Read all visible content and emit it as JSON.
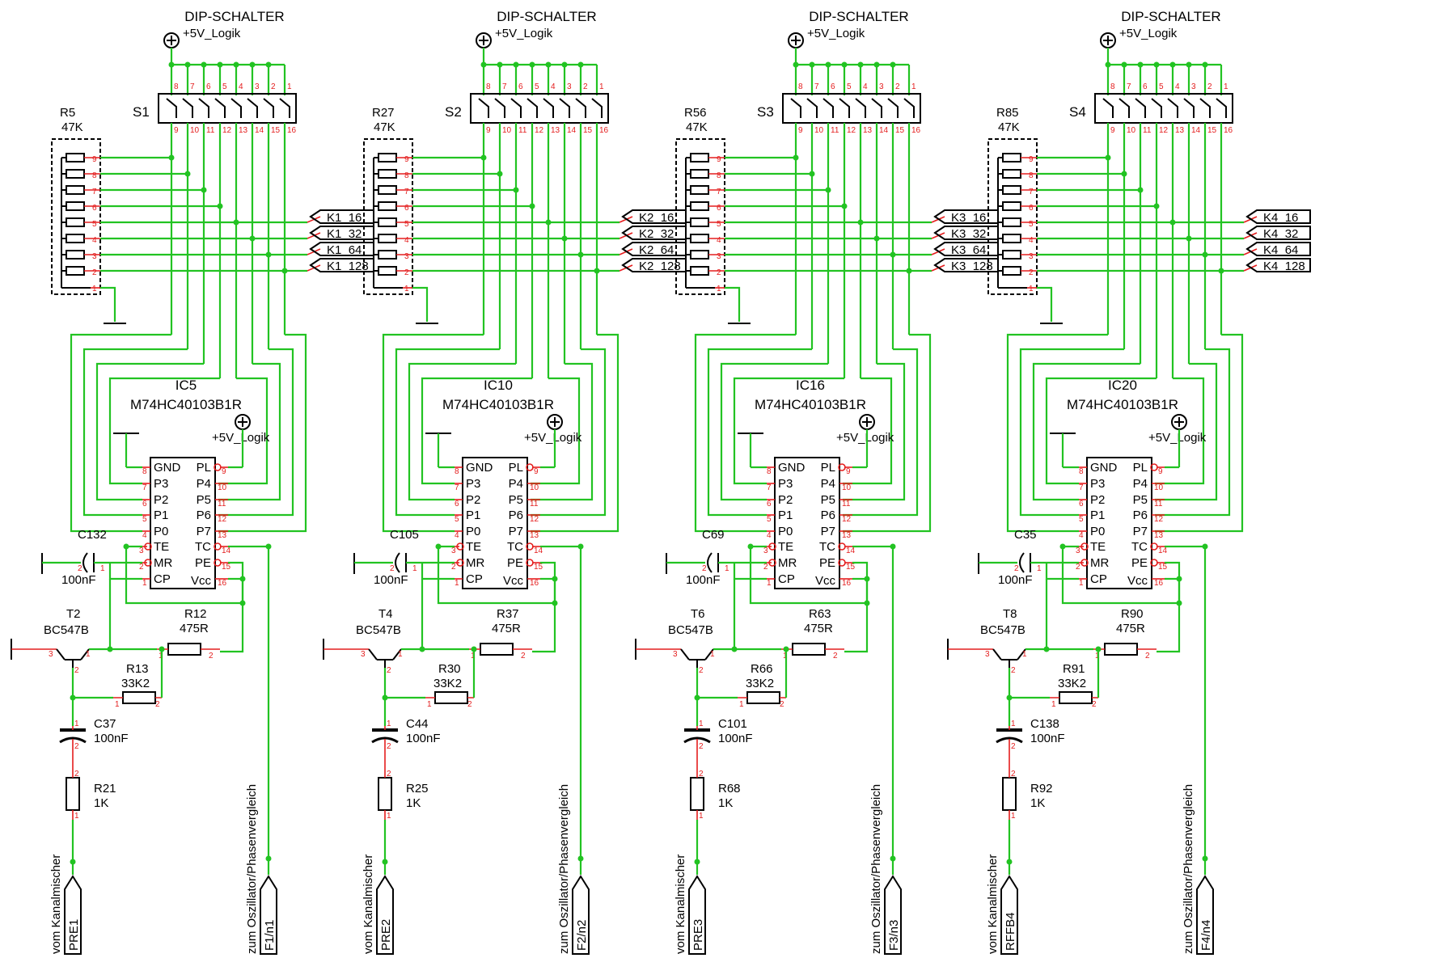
{
  "power_label": "+5V_Logik",
  "ic_type": "M74HC40103B1R",
  "transistor_type": "BC547B",
  "left_pins": [
    "GND",
    "P3",
    "P2",
    "P1",
    "P0",
    "TE",
    "MR",
    "CP"
  ],
  "left_pin_nums": [
    "8",
    "7",
    "6",
    "5",
    "4",
    "3",
    "2",
    "1"
  ],
  "right_pins": [
    "PL",
    "P4",
    "P5",
    "P6",
    "P7",
    "TC",
    "PE",
    "Vcc"
  ],
  "right_pin_nums": [
    "9",
    "10",
    "11",
    "12",
    "13",
    "14",
    "15",
    "16"
  ],
  "switch_top_pins": [
    "8",
    "7",
    "6",
    "5",
    "4",
    "3",
    "2",
    "1"
  ],
  "switch_bot_pins": [
    "9",
    "10",
    "11",
    "12",
    "13",
    "14",
    "15",
    "16"
  ],
  "network_pins": [
    "9",
    "8",
    "7",
    "6",
    "5",
    "4",
    "3",
    "2",
    "1"
  ],
  "pin_1": "1",
  "pin_2": "2",
  "pin_3": "3",
  "channels": [
    {
      "dip_title": "DIP-SCHALTER",
      "switch": "S1",
      "network": "R5",
      "network_value": "47K",
      "outputs": [
        "K1_16",
        "K1_32",
        "K1_64",
        "K1_128"
      ],
      "ic": "IC5",
      "cap_cp": "C132",
      "cap_cp_value": "100nF",
      "transistor": "T2",
      "r_collector": "R12",
      "r_collector_value": "475R",
      "r_feedback": "R13",
      "r_feedback_value": "33K2",
      "cap_base": "C37",
      "cap_base_value": "100nF",
      "r_input": "R21",
      "r_input_value": "1K",
      "input_label": "vom Kanalmischer",
      "input_port": "PRE1",
      "output_label": "zum Oszillator/Phasenvergleich",
      "output_port": "F1/n1"
    },
    {
      "dip_title": "DIP-SCHALTER",
      "switch": "S2",
      "network": "R27",
      "network_value": "47K",
      "outputs": [
        "K2_16",
        "K2_32",
        "K2_64",
        "K2_128"
      ],
      "ic": "IC10",
      "cap_cp": "C105",
      "cap_cp_value": "100nF",
      "transistor": "T4",
      "r_collector": "R37",
      "r_collector_value": "475R",
      "r_feedback": "R30",
      "r_feedback_value": "33K2",
      "cap_base": "C44",
      "cap_base_value": "100nF",
      "r_input": "R25",
      "r_input_value": "1K",
      "input_label": "vom Kanalmischer",
      "input_port": "PRE2",
      "output_label": "zum Oszillator/Phasenvergleich",
      "output_port": "F2/n2"
    },
    {
      "dip_title": "DIP-SCHALTER",
      "switch": "S3",
      "network": "R56",
      "network_value": "47K",
      "outputs": [
        "K3_16",
        "K3_32",
        "K3_64",
        "K3_128"
      ],
      "ic": "IC16",
      "cap_cp": "C69",
      "cap_cp_value": "100nF",
      "transistor": "T6",
      "r_collector": "R63",
      "r_collector_value": "475R",
      "r_feedback": "R66",
      "r_feedback_value": "33K2",
      "cap_base": "C101",
      "cap_base_value": "100nF",
      "r_input": "R68",
      "r_input_value": "1K",
      "input_label": "vom Kanalmischer",
      "input_port": "PRE3",
      "output_label": "zum Oszillator/Phasenvergleich",
      "output_port": "F3/n3"
    },
    {
      "dip_title": "DIP-SCHALTER",
      "switch": "S4",
      "network": "R85",
      "network_value": "47K",
      "outputs": [
        "K4_16",
        "K4_32",
        "K4_64",
        "K4_128"
      ],
      "ic": "IC20",
      "cap_cp": "C35",
      "cap_cp_value": "100nF",
      "transistor": "T8",
      "r_collector": "R90",
      "r_collector_value": "475R",
      "r_feedback": "R91",
      "r_feedback_value": "33K2",
      "cap_base": "C138",
      "cap_base_value": "100nF",
      "r_input": "R92",
      "r_input_value": "1K",
      "input_label": "vom Kanalmischer",
      "input_port": "RFFB4",
      "output_label": "zum Oszillator/Phasenvergleich",
      "output_port": "F4/n4"
    }
  ]
}
